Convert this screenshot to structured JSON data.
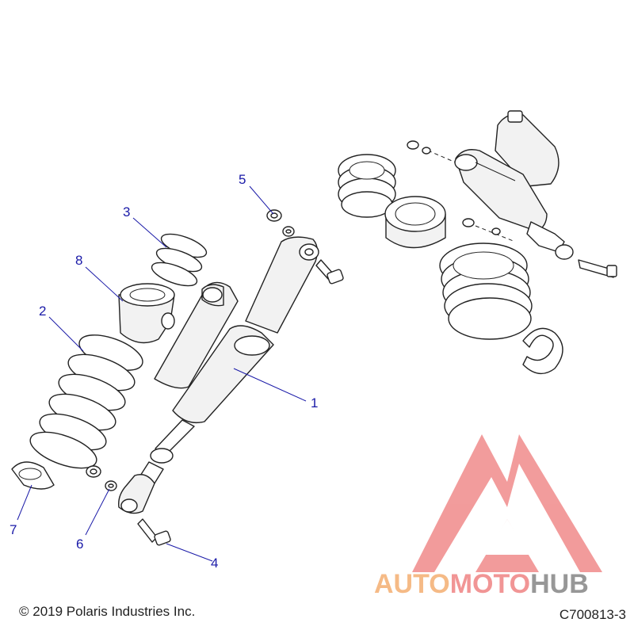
{
  "callouts": [
    {
      "label": "1"
    },
    {
      "label": "2"
    },
    {
      "label": "3"
    },
    {
      "label": "4"
    },
    {
      "label": "5"
    },
    {
      "label": "6"
    },
    {
      "label": "7"
    },
    {
      "label": "8"
    }
  ],
  "watermark": {
    "text_part1": "AUTO",
    "text_part2": "MOTO",
    "text_part3": "HUB",
    "color_primary": "#f4b37a",
    "color_secondary": "#f08a8a",
    "color_tertiary": "#8c8c8c"
  },
  "footer": {
    "copyright": "© 2019 Polaris Industries Inc.",
    "drawing_number": "C700813-3"
  }
}
